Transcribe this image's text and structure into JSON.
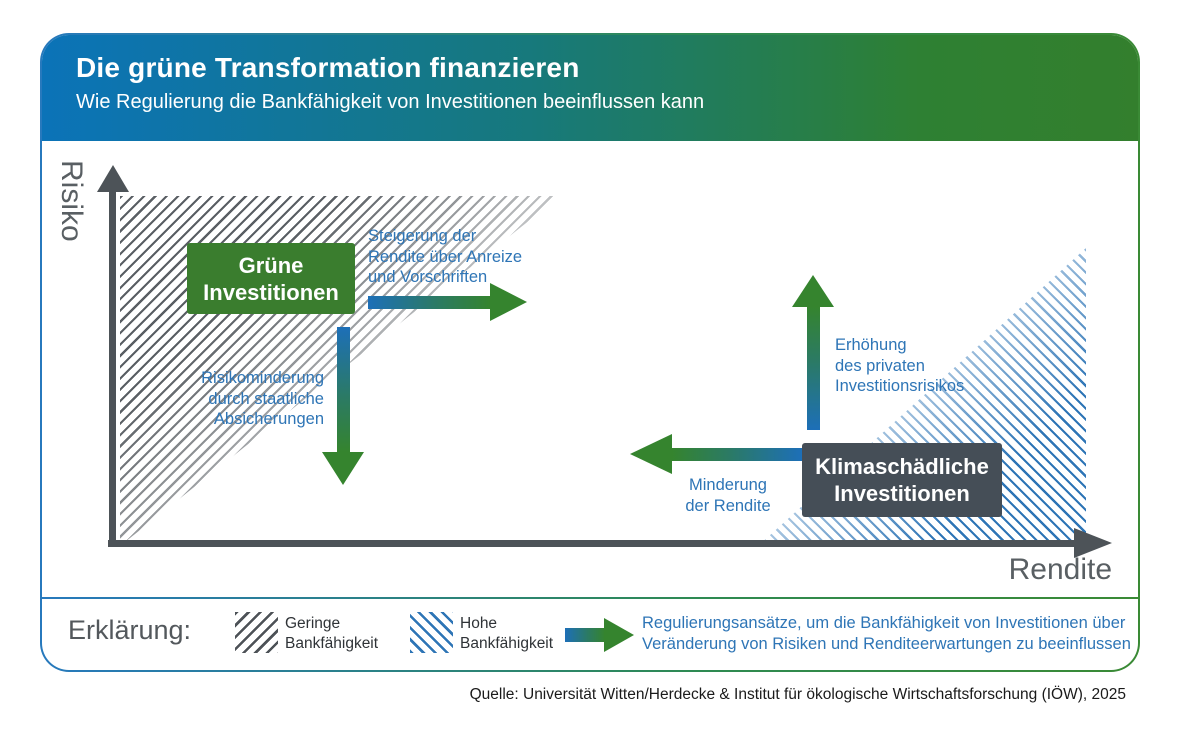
{
  "header": {
    "title": "Die grüne Transformation finanzieren",
    "subtitle": "Wie Regulierung die Bankfähigkeit von Investitionen beeinflussen kann"
  },
  "axes": {
    "y_label": "Risiko",
    "x_label": "Rendite"
  },
  "nodes": {
    "green_box": "Grüne\nInvestitionen",
    "dark_box": "Klimaschädliche\nInvestitionen"
  },
  "annotations": {
    "right_arrow": "Steigerung der\nRendite über Anreize\nund Vorschriften",
    "down_arrow": "Risikominderung\ndurch staatliche\nAbsicherungen",
    "up_arrow": "Erhöhung\ndes privaten\nInvestitionsrisikos",
    "left_arrow": "Minderung\nder Rendite"
  },
  "legend": {
    "label": "Erklärung:",
    "items": [
      {
        "swatch": "gray-hatch",
        "label": "Geringe\nBankfähigkeit"
      },
      {
        "swatch": "blue-hatch",
        "label": "Hohe\nBankfähigkeit"
      }
    ],
    "arrow_caption": "Regulierungsansätze, um die Bankfähigkeit von Investitionen über Veränderung von Risiken und Renditeerwartungen zu beeinflussen"
  },
  "source": "Quelle: Universität Witten/Herdecke & Institut für ökologische Wirtschaftsforschung (IÖW), 2025",
  "colors": {
    "arrow_blue": "#1d6fb8",
    "arrow_green": "#35842e",
    "green_box": "#3a7d2e",
    "dark_box": "#454e57",
    "text_blue": "#2e75b6",
    "axis_gray": "#4d5358",
    "header_blue": "#0b73b8",
    "header_green": "#337f2d"
  }
}
